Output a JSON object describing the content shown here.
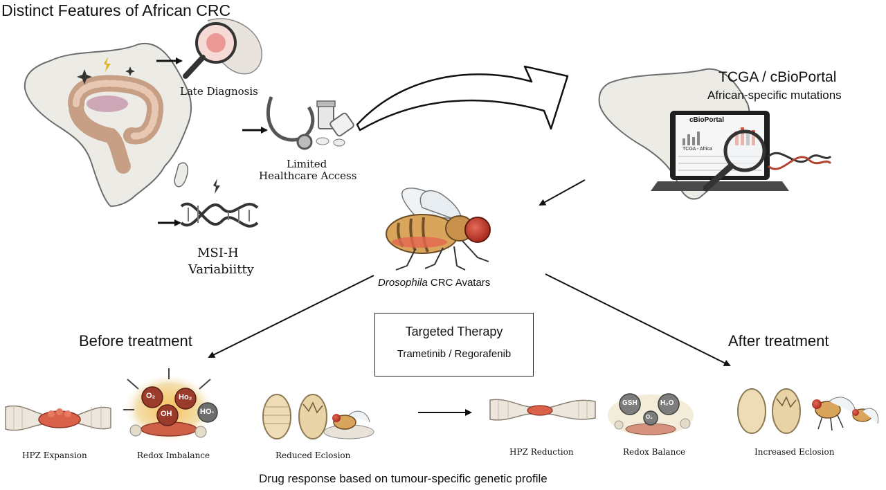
{
  "title": "Distinct Features of African CRC",
  "features": {
    "late_diagnosis": "Late Diagnosis",
    "healthcare_line1": "Limited",
    "healthcare_line2": "Healthcare Access",
    "msi_line1": "MSI-H",
    "msi_line2": "Variabiitty"
  },
  "database": {
    "title": "TCGA / cBioPortal",
    "subtitle": "African-specific mutations",
    "screen_header": "cBioPortal",
    "screen_table_label": "TCGA - Africa"
  },
  "avatars": {
    "italic": "Drosophila",
    "rest": " CRC Avatars"
  },
  "before_label": "Before treatment",
  "after_label": "After treatment",
  "therapy": {
    "title": "Targeted Therapy",
    "drugs": "Trametinib / Regorafenib"
  },
  "before_panels": [
    "HPZ Expansion",
    "Redox Imbalance",
    "Reduced Eclosion"
  ],
  "after_panels": [
    "HPZ Reduction",
    "Redox Balance",
    "Increased Eclosion"
  ],
  "ros_bubbles": [
    "O₂",
    "Ho₂",
    "OH",
    "HO-"
  ],
  "antioxidant_bubbles": [
    "GSH",
    "H₂O",
    "O₂"
  ],
  "footer": "Drug response based on tumour-specific genetic profile"
}
